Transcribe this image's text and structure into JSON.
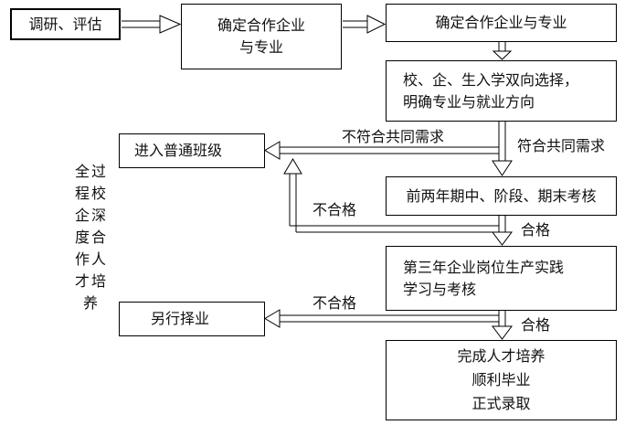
{
  "nodes": {
    "research": "调研、评估",
    "determine_left": [
      "确定合作企业",
      "与专业"
    ],
    "determine_right": "确定合作企业与专业",
    "select": [
      "校、企、生入学双向选择，",
      "明确专业与就业方向"
    ],
    "ordinary_class": "进入普通班级",
    "exams": "前两年期中、阶段、期末考核",
    "practice": [
      "第三年企业岗位生产实践",
      "学习与考核"
    ],
    "other_job": "另行择业",
    "graduate": [
      "完成人才培养",
      "顺利毕业",
      "正式录取"
    ]
  },
  "labels": {
    "not_meet": "不符合共同需求",
    "meet": "符合共同需求",
    "fail_1": "不合格",
    "pass_1": "合格",
    "fail_2": "不合格",
    "pass_2": "合格"
  },
  "side_title": "全过程校企深度合作人才培养",
  "colors": {
    "stroke": "#000000",
    "text": "#111111",
    "background": "#ffffff"
  }
}
